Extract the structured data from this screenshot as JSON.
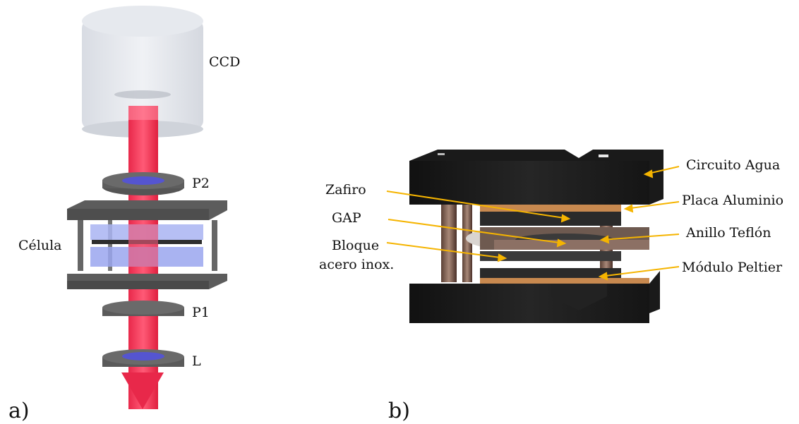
{
  "panel_a": {
    "label": "a)",
    "components": {
      "ccd": "CCD",
      "p2": "P2",
      "cell": "Célula",
      "p1": "P1",
      "lens": "L"
    }
  },
  "panel_b": {
    "label": "b)",
    "callouts_left": {
      "sapphire": "Zafiro",
      "gap": "GAP",
      "block_line1": "Bloque",
      "block_line2": "acero inox."
    },
    "callouts_right": {
      "water": "Circuito Agua",
      "aluminum": "Placa Aluminio",
      "teflon": "Anillo Teflón",
      "peltier": "Módulo Peltier"
    }
  },
  "colors": {
    "beam": "#f0324f",
    "housing": "#1c1c1c",
    "frame": "#5a5a5a",
    "leader": "#f5b400",
    "polarizer": "#6060d8",
    "ccd": "#dfe3ea",
    "copper": "#c8894f"
  }
}
